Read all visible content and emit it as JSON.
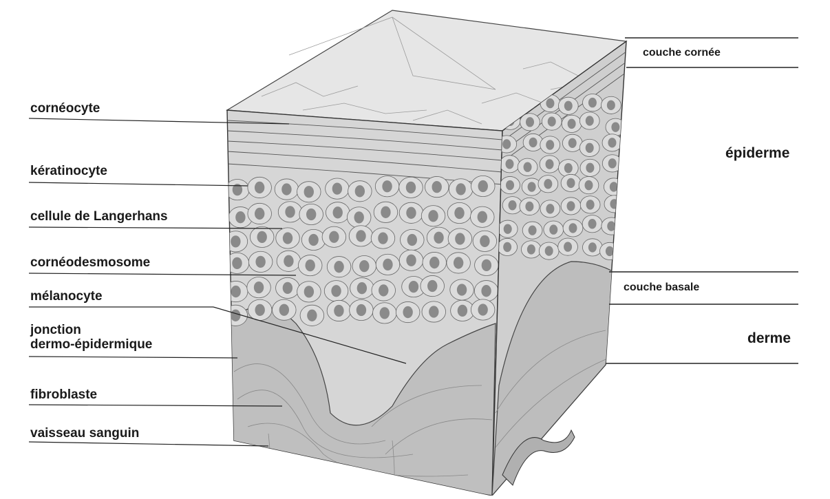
{
  "left_labels": {
    "corneocyte": "cornéocyte",
    "keratinocyte": "kératinocyte",
    "langerhans": "cellule de Langerhans",
    "corneodesmosome": "cornéodesmosome",
    "melanocyte": "mélanocyte",
    "jonction_line1": "jonction",
    "jonction_line2": "dermo-épidermique",
    "fibroblaste": "fibroblaste",
    "vaisseau": "vaisseau sanguin"
  },
  "right_labels": {
    "couche_cornee": "couche cornée",
    "epiderme": "épiderme",
    "couche_basale": "couche basale",
    "derme": "derme"
  },
  "colors": {
    "ink": "#1a1a1a",
    "epidermis": "#d9d9d9",
    "dermis": "#c4c4c4",
    "nucleus": "#8a8a8a",
    "surface": "#e8e8e8"
  }
}
